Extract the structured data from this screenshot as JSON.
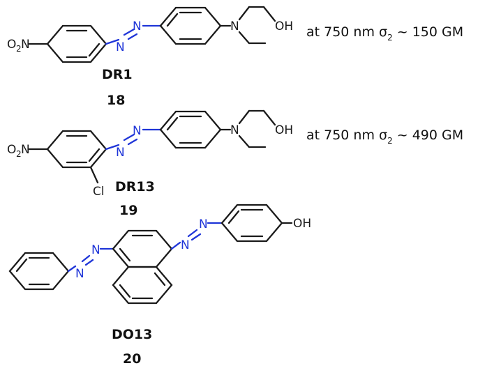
{
  "compounds": [
    {
      "name": "DR1",
      "number": "18",
      "note": {
        "prefix": "at 750 nm σ",
        "subscript": "2",
        "suffix": " ~ 150 GM"
      },
      "atoms": {
        "nitro": "O",
        "nitro_sub": "2",
        "nitro_n": "N",
        "azo_n1": "N",
        "azo_n2": "N",
        "amine_n": "N",
        "oh": "OH"
      }
    },
    {
      "name": "DR13",
      "number": "19",
      "note": {
        "prefix": "at 750 nm σ",
        "subscript": "2",
        "suffix": " ~ 490 GM"
      },
      "atoms": {
        "nitro": "O",
        "nitro_sub": "2",
        "nitro_n": "N",
        "azo_n1": "N",
        "azo_n2": "N",
        "amine_n": "N",
        "oh": "OH",
        "cl": "Cl"
      }
    },
    {
      "name": "DO13",
      "number": "20",
      "atoms": {
        "azo_a1": "N",
        "azo_a2": "N",
        "azo_b1": "N",
        "azo_b2": "N",
        "oh": "OH"
      }
    }
  ]
}
